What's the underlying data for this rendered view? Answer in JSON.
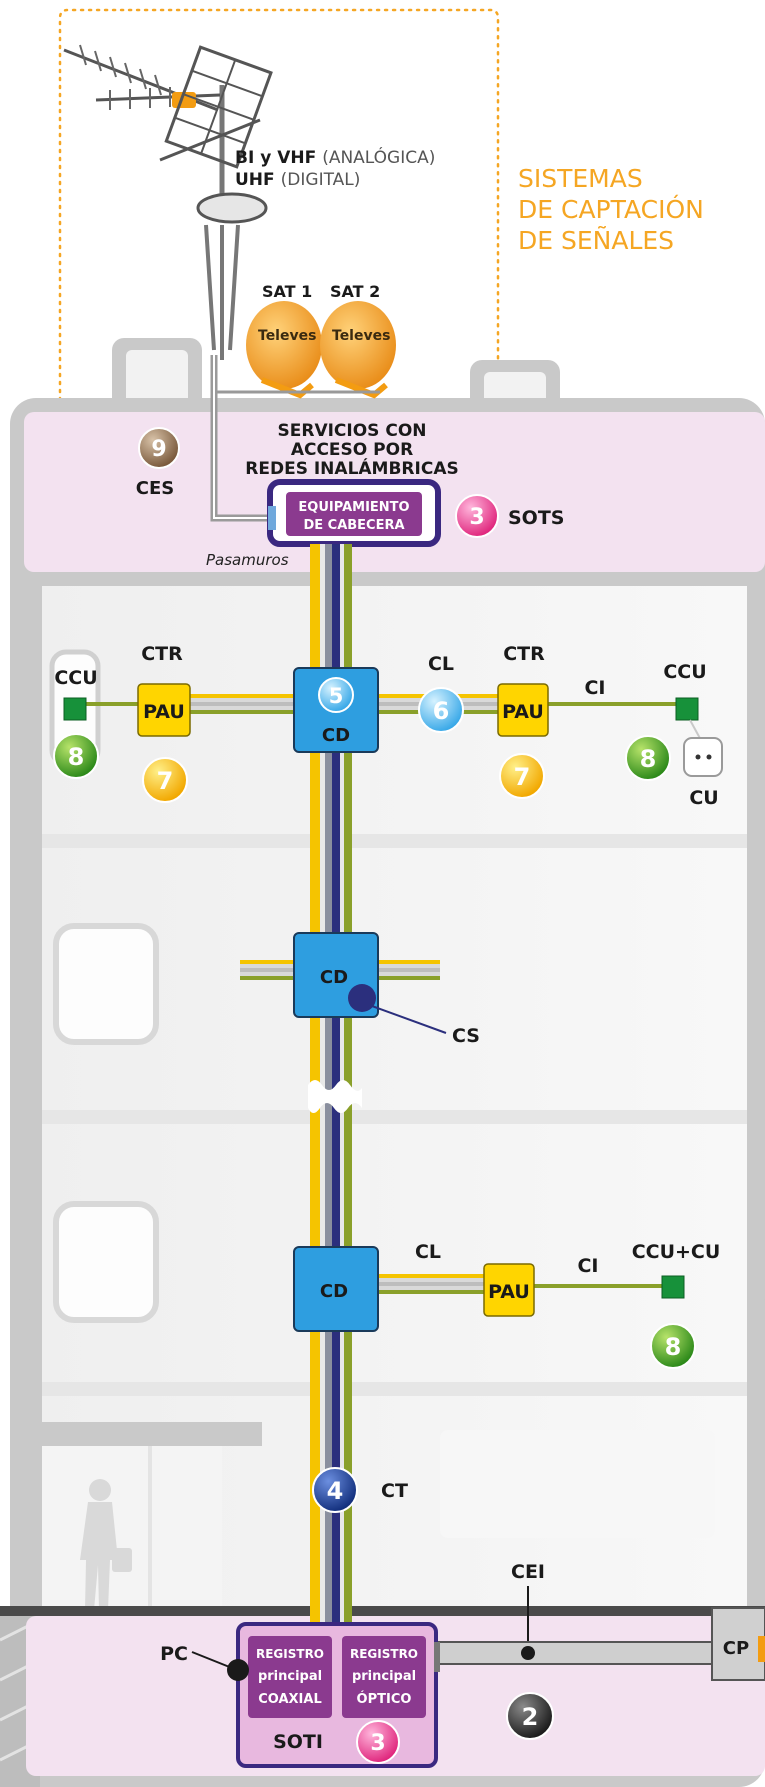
{
  "colors": {
    "pink_room": "#f3e2f0",
    "building_grey": "#c9c9c9",
    "purple": "#4b2f8e",
    "purple_fill": "#8b3a8f",
    "cd_blue": "#2e9ee0",
    "pau_yellow": "#ffd500",
    "ccu_green": "#17913a",
    "cable_yellow": "#f5c400",
    "cable_navy": "#2b2f7d",
    "cable_olive": "#8aa02a",
    "cable_grey": "#bdbdbd",
    "orange_dish": "#f7a631",
    "title_orange": "#f5a623"
  },
  "top": {
    "antenna_line1_bold": "BI y VHF",
    "antenna_line1_rest": "(ANALÓGICA)",
    "antenna_line2_bold": "UHF",
    "antenna_line2_rest": "(DIGITAL)",
    "title_line1": "SISTEMAS",
    "title_line2": "DE CAPTACIÓN",
    "title_line3": "DE SEÑALES",
    "sat1": "SAT 1",
    "sat2": "SAT 2",
    "dish_brand": "Televes"
  },
  "roof": {
    "services_line1": "SERVICIOS CON",
    "services_line2": "ACCESO POR",
    "services_line3": "REDES INALÁMBRICAS",
    "ces_number": "9",
    "ces_label": "CES",
    "equip_line1": "EQUIPAMIENTO",
    "equip_line2": "DE CABECERA",
    "sots_number": "3",
    "sots_label": "SOTS",
    "pasamuros": "Pasamuros"
  },
  "floor1": {
    "ccu_left": "CCU",
    "ctr_left": "CTR",
    "pau_left": "PAU",
    "num8_left": "8",
    "num7_left": "7",
    "cd_number": "5",
    "cd_label": "CD",
    "cl_label": "CL",
    "num6": "6",
    "ctr_right": "CTR",
    "pau_right": "PAU",
    "num7_right": "7",
    "ci_label": "CI",
    "ccu_right": "CCU",
    "num8_right": "8",
    "cu_label": "CU"
  },
  "floor2": {
    "cd_label": "CD",
    "cs_label": "CS"
  },
  "floor3": {
    "cd_label": "CD",
    "cl_label": "CL",
    "pau_label": "PAU",
    "ci_label": "CI",
    "ccu_cu_label": "CCU+CU",
    "num8": "8"
  },
  "lower": {
    "ct_number": "4",
    "ct_label": "CT",
    "cei_label": "CEI",
    "pc_label": "PC",
    "reg_coax_line1": "REGISTRO",
    "reg_coax_line2": "principal",
    "reg_coax_line3": "COAXIAL",
    "reg_opt_line1": "REGISTRO",
    "reg_opt_line2": "principal",
    "reg_opt_line3": "ÓPTICO",
    "soti_label": "SOTI",
    "soti_number": "3",
    "num2": "2",
    "cp_label": "CP"
  }
}
